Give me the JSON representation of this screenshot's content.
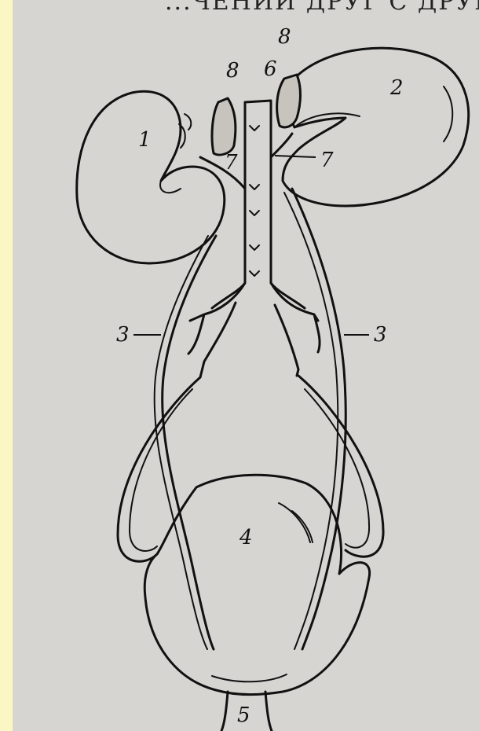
{
  "figure": {
    "top_caption_fragment": "...ЧЕНИИ ДРУГ С ДРУГОМ",
    "labels": {
      "kidney_left": "1",
      "kidney_right": "2",
      "ureter_left": "3",
      "ureter_right": "3",
      "bladder": "4",
      "urethra": "5",
      "aorta": "6",
      "renal_artery_left": "7",
      "renal_artery_right": "7",
      "adrenal_left": "8",
      "adrenal_right": "8"
    }
  },
  "colors": {
    "page_background": "#fbf8c9",
    "scan_background": "#d6d5d2",
    "ink": "#111111"
  }
}
